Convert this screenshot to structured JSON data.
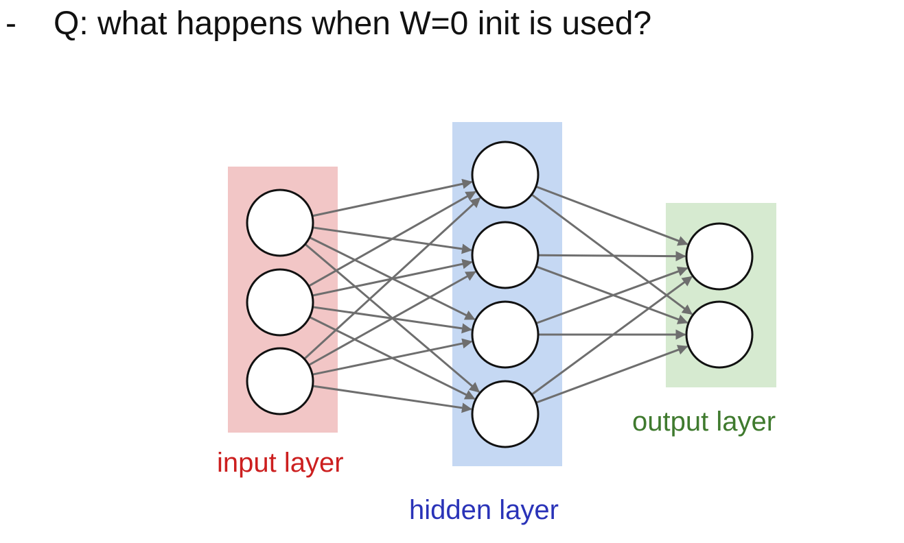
{
  "slide": {
    "bullet": "-",
    "question": "Q: what happens when W=0 init is used?"
  },
  "network": {
    "connection_color": "#6e6e6e",
    "node_fill": "#ffffff",
    "node_stroke": "#111111",
    "layers": [
      {
        "id": "input",
        "label": "input layer",
        "label_color": "#cc1f1f",
        "band_color": "#f2c6c6",
        "nodes": 3
      },
      {
        "id": "hidden",
        "label": "hidden layer",
        "label_color": "#2a33b8",
        "band_color": "#c5d8f3",
        "nodes": 4
      },
      {
        "id": "output",
        "label": "output layer",
        "label_color": "#3f7a2e",
        "band_color": "#d6ead0",
        "nodes": 2
      }
    ]
  }
}
